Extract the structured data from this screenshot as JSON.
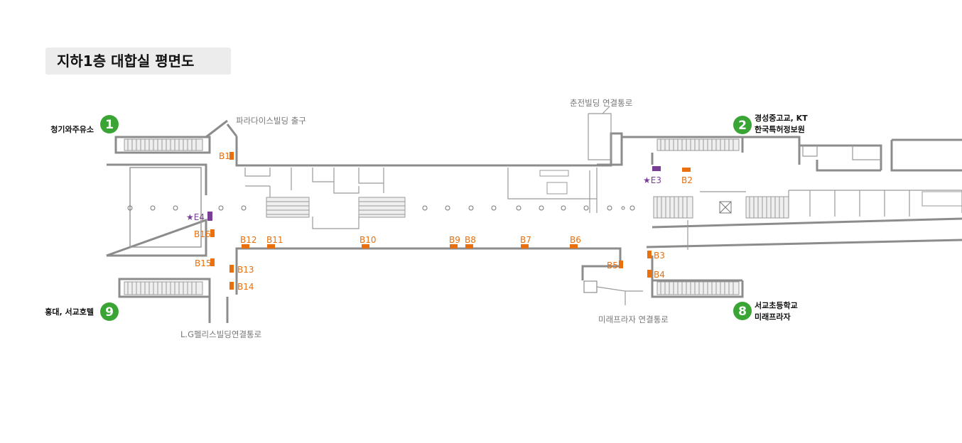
{
  "title": "지하1층 대합실 평면도",
  "colors": {
    "exit_badge": "#3aa535",
    "locker": "#e8700e",
    "elevator": "#7b3e96",
    "wall": "#8c8c8c"
  },
  "exits": [
    {
      "number": "1",
      "lines": [
        "청기와주유소"
      ]
    },
    {
      "number": "2",
      "lines": [
        "경성중고교, KT",
        "한국특허정보원"
      ]
    },
    {
      "number": "8",
      "lines": [
        "서교초등학교",
        "미래프라자"
      ]
    },
    {
      "number": "9",
      "lines": [
        "홍대, 서교호텔"
      ]
    }
  ],
  "connections": [
    "파라다이스빌딩 출구",
    "춘전빌딩 연결통로",
    "미래프라자 연결통로",
    "L.G펠리스빌딩연결통로"
  ],
  "locations": [
    "B1",
    "B2",
    "B3",
    "B4",
    "B5",
    "B6",
    "B7",
    "B8",
    "B9",
    "B10",
    "B11",
    "B12",
    "B13",
    "B14",
    "B15",
    "B16"
  ],
  "elevators": [
    "★E3",
    "★E4"
  ]
}
